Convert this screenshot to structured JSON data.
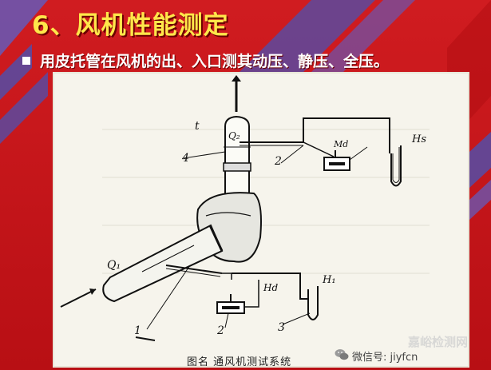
{
  "slide": {
    "title": "6、风机性能测定",
    "bullet": "用皮托管在风机的出、入口测其动压、静压、全压。"
  },
  "figure": {
    "labels": {
      "t": "t",
      "q2": "Q₂",
      "md": "Md",
      "hs": "Hs",
      "n4": "4",
      "n2_top": "2",
      "q1": "Q₁",
      "hd": "Hd",
      "h1": "H₁",
      "n1": "1",
      "n2_bot": "2",
      "n3": "3"
    },
    "caption": "图名  通风机测试系统"
  },
  "watermark": {
    "big": "嘉峪检测网",
    "small": "微信号: jiyfcn"
  },
  "colors": {
    "background": "#c8141a",
    "title": "#ffe74a",
    "stripe": "#5a4aa0",
    "bullet": "#ffffff",
    "figure_bg": "#f6f4ec"
  }
}
